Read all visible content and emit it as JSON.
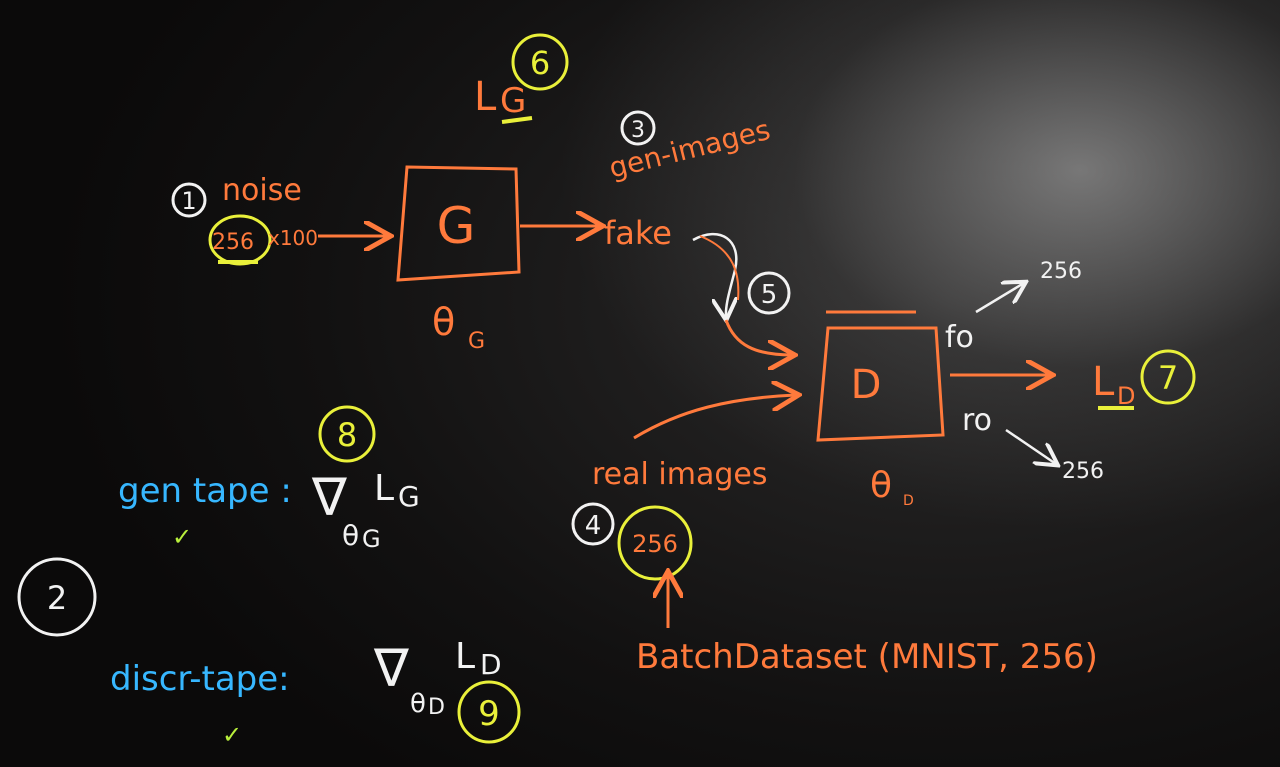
{
  "colors": {
    "orange": "#ff7a3c",
    "yellow": "#e9f03a",
    "white": "#f2f2f2",
    "blue": "#37b7ff",
    "green": "#b8ef3c"
  },
  "generator": {
    "label": "G",
    "param": "θ",
    "param_sub": "G",
    "input_marker": "1",
    "input_label": "noise",
    "input_batch": "256",
    "input_dim": "x100",
    "output_marker": "3",
    "output_label": "gen-images",
    "output_word": "fake"
  },
  "generator_loss": {
    "label": "L",
    "sub": "G",
    "marker": "6"
  },
  "discriminator": {
    "label": "D",
    "param": "θ",
    "param_sub": "D",
    "fake_out": "fo",
    "real_out": "ro",
    "fake_count": "256",
    "real_count": "256",
    "flow_marker": "5"
  },
  "discriminator_loss": {
    "label": "L",
    "sub": "D",
    "marker": "7"
  },
  "real_input": {
    "label": "real images",
    "marker": "4",
    "batch": "256",
    "source": "BatchDataset (MNIST, 256)"
  },
  "tapes": {
    "marker": "2",
    "gen": {
      "label": "gen tape :",
      "grad": "∇",
      "loss": "L",
      "loss_sub": "G",
      "wrt": "θ",
      "wrt_sub": "G",
      "marker": "8",
      "check": "✓"
    },
    "disc": {
      "label": "discr-tape:",
      "grad": "∇",
      "loss": "L",
      "loss_sub": "D",
      "wrt": "θ",
      "wrt_sub": "D",
      "marker": "9",
      "check": "✓"
    }
  }
}
